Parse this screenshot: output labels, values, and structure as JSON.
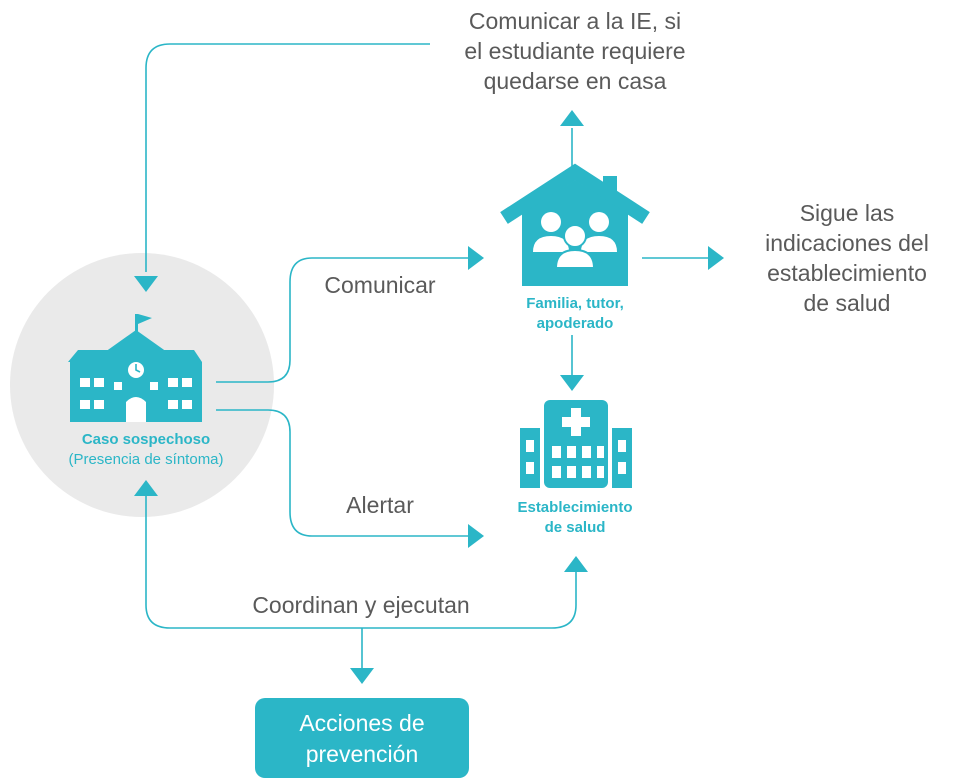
{
  "colors": {
    "accent": "#2bb6c7",
    "circle": "#eaeaea",
    "text": "#5a5a5a"
  },
  "nodes": {
    "caso": {
      "title": "Caso sospechoso",
      "subtitle": "(Presencia de síntoma)",
      "icon": "school-icon"
    },
    "familia": {
      "title": "Familia, tutor,\napoderado",
      "icon": "family-house-icon"
    },
    "establecimiento": {
      "title": "Establecimiento\nde salud",
      "icon": "hospital-icon"
    },
    "acciones": {
      "label": "Acciones de\nprevención"
    }
  },
  "labels": {
    "comunicar_ie": "Comunicar a la IE, si\nel estudiante requiere\nquedarse en casa",
    "sigue": "Sigue las\nindicaciones del\nestablecimiento\nde salud",
    "comunicar": "Comunicar",
    "alertar": "Alertar",
    "coordinan": "Coordinan y ejecutan"
  }
}
